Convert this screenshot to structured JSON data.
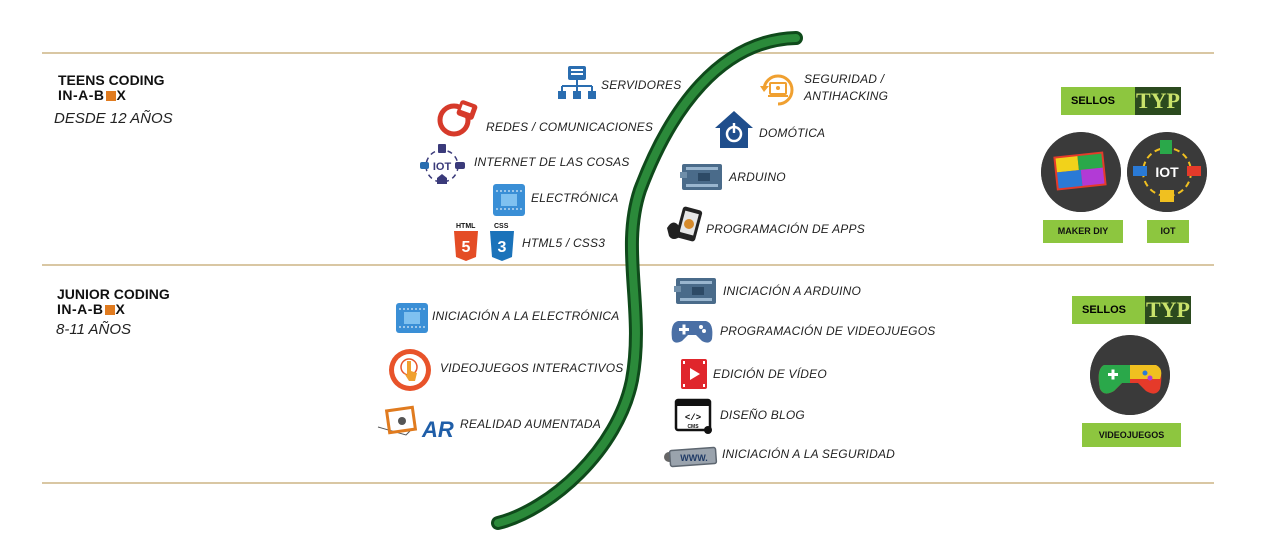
{
  "teens": {
    "brand_line1": "TEENS CODING",
    "brand_line2_a": "IN-A-B",
    "brand_line2_b": "X",
    "age": "DESDE 12 AÑOS"
  },
  "junior": {
    "brand_line1": "JUNIOR CODING",
    "brand_line2_a": "IN-A-B",
    "brand_line2_b": "X",
    "age": "8-11 AÑOS"
  },
  "teens_left": [
    {
      "label": "SERVIDORES",
      "icon": "server-network-icon"
    },
    {
      "label": "REDES / COMUNICACIONES",
      "icon": "network-plug-icon"
    },
    {
      "label": "INTERNET DE LAS COSAS",
      "icon": "iot-icon"
    },
    {
      "label": "ELECTRÓNICA",
      "icon": "circuit-board-icon"
    },
    {
      "label": "HTML5 / CSS3",
      "icon": "html5-css3-icon"
    }
  ],
  "teens_right": [
    {
      "label": "SEGURIDAD /",
      "label2": "ANTIHACKING",
      "icon": "security-laptop-icon"
    },
    {
      "label": "DOMÓTICA",
      "icon": "smart-home-icon"
    },
    {
      "label": "ARDUINO",
      "icon": "arduino-icon"
    },
    {
      "label": "PROGRAMACIÓN DE APPS",
      "icon": "mobile-app-icon"
    }
  ],
  "junior_left": [
    {
      "label": "INICIACIÓN A LA ELECTRÓNICA",
      "icon": "circuit-board-icon"
    },
    {
      "label": "VIDEOJUEGOS INTERACTIVOS",
      "icon": "touch-icon"
    },
    {
      "label": "REALIDAD AUMENTADA",
      "icon": "ar-icon"
    }
  ],
  "junior_right": [
    {
      "label": "INICIACIÓN A ARDUINO",
      "icon": "arduino-icon"
    },
    {
      "label": "PROGRAMACIÓN DE VIDEOJUEGOS",
      "icon": "gamepad-icon"
    },
    {
      "label": "EDICIÓN DE VÍDEO",
      "icon": "video-play-icon"
    },
    {
      "label": "DISEÑO BLOG",
      "icon": "cms-icon"
    },
    {
      "label": "INICIACIÓN A LA SEGURIDAD",
      "icon": "www-key-icon"
    }
  ],
  "icon_text": {
    "html": "HTML",
    "css": "CSS",
    "html_num": "5",
    "css_num": "3",
    "iot": "IOT",
    "ar": "AR",
    "cms": "CMS",
    "www": "WWW."
  },
  "sellos": {
    "label": "SELLOS",
    "typ": "TYP",
    "teens_badges": [
      "MAKER DIY",
      "IOT"
    ],
    "junior_badges": [
      "VIDEOJUEGOS"
    ]
  },
  "colors": {
    "divider": "#d9c7a3",
    "curve": "#1f6b2c",
    "accent_green": "#8dc63f",
    "brand_box": "#e07b1f",
    "icon_blue": "#2a6db0"
  }
}
